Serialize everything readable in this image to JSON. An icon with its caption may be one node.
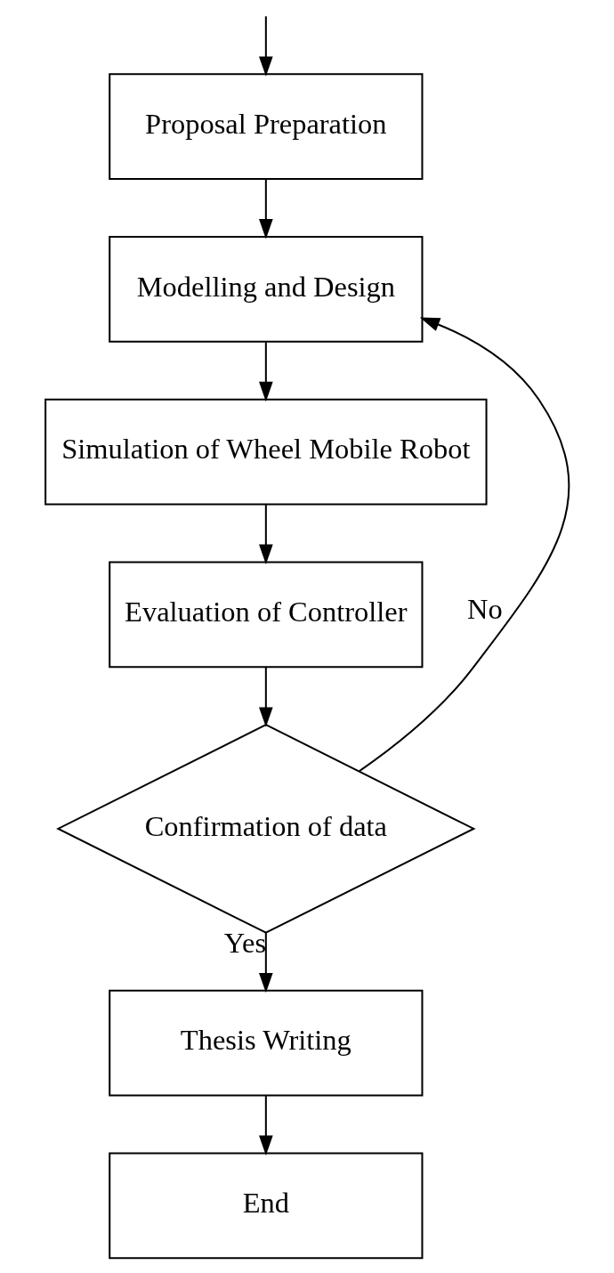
{
  "diagram": {
    "nodes": [
      {
        "text": [
          "Proposal Preparation"
        ]
      },
      {
        "text": [
          "Modelling and Design"
        ]
      },
      {
        "text": [
          "Simulation of Wheel Mobile Robot"
        ]
      },
      {
        "text": [
          "Evaluation of Controller"
        ]
      },
      {
        "text": [
          "Confirmation of data"
        ]
      },
      {
        "text": [
          "Thesis Writing"
        ]
      },
      {
        "text": [
          "End"
        ]
      }
    ],
    "edges": [
      {
        "from": null,
        "to": 0,
        "arrow": "to"
      },
      {
        "from": 0,
        "to": 1,
        "arrow": "to"
      },
      {
        "from": 1,
        "to": 2,
        "arrow": "to"
      },
      {
        "from": 2,
        "to": 3,
        "arrow": "to"
      },
      {
        "from": 3,
        "to": 4,
        "arrow": "to"
      },
      {
        "from": 4,
        "to": 1,
        "arrow": "to",
        "label": "No"
      },
      {
        "from": 4,
        "to": 5,
        "arrow": "to",
        "label": "Yes"
      },
      {
        "from": 5,
        "to": 6,
        "arrow": "to"
      }
    ]
  }
}
